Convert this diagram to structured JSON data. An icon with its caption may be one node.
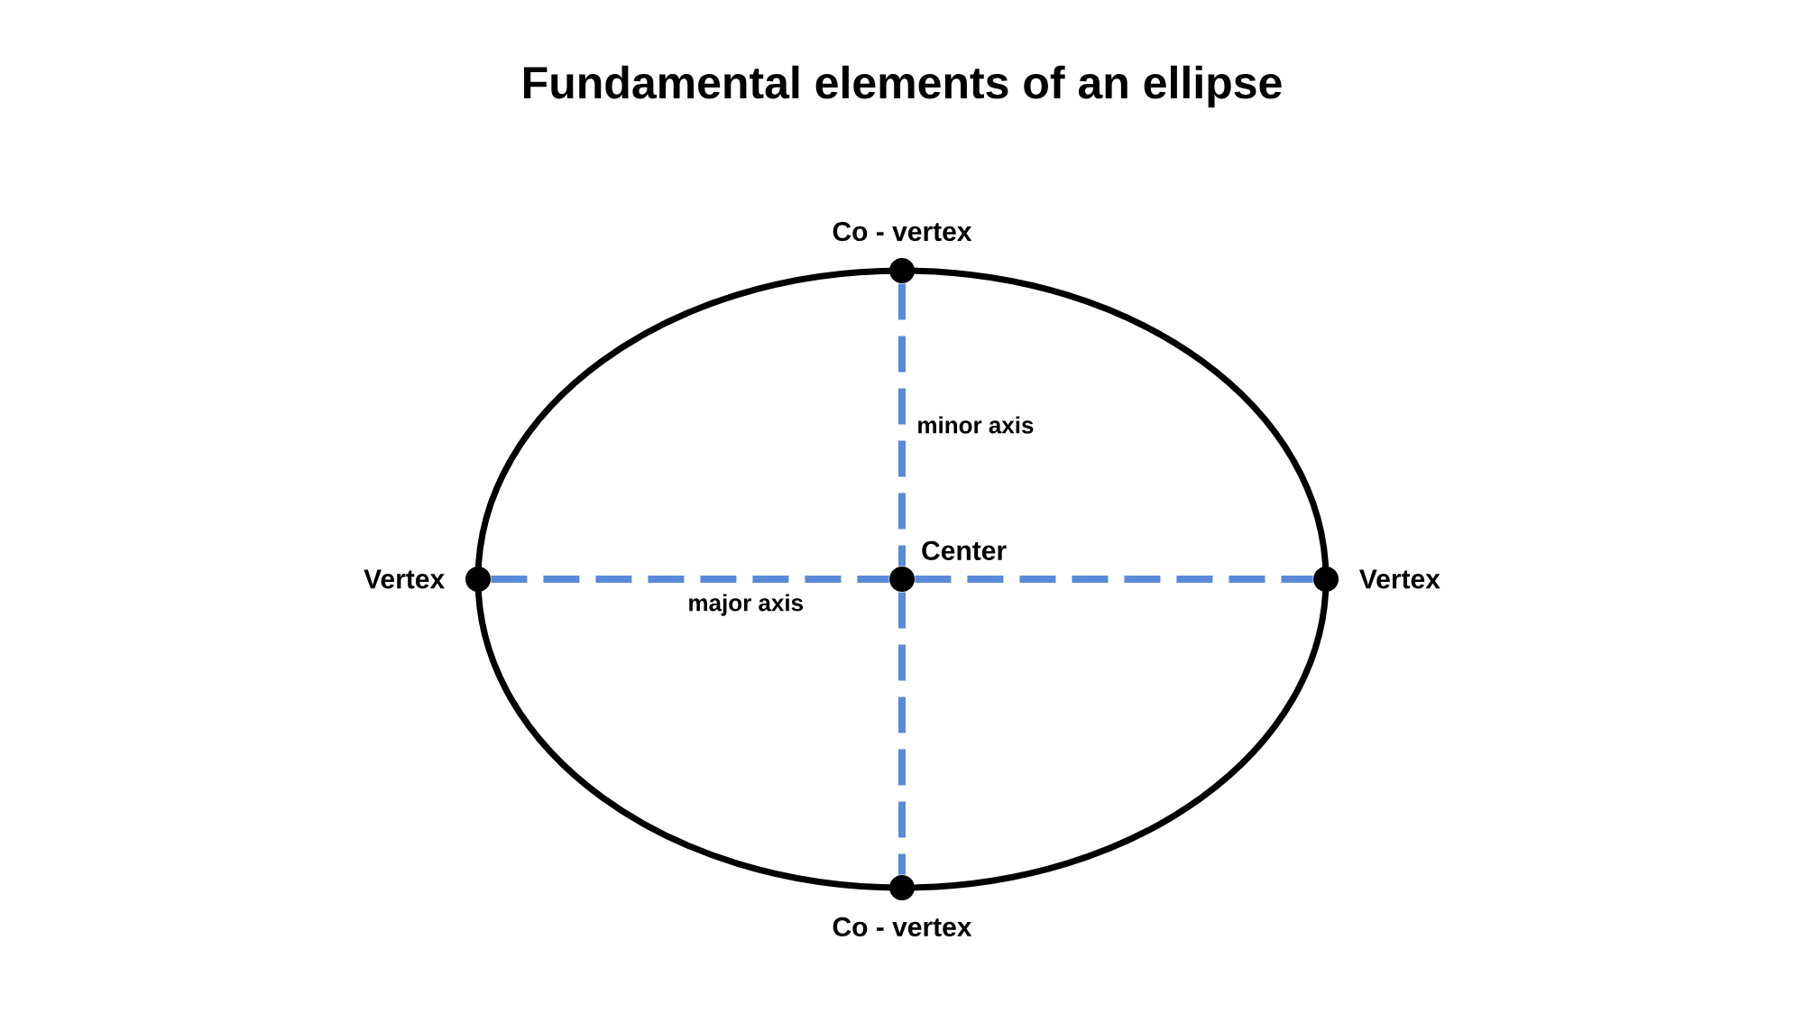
{
  "diagram": {
    "title": "Fundamental elements of an ellipse",
    "nodes": [
      {
        "text": [],
        "shape": "circle",
        "beside": [
          "Co - vertex"
        ]
      },
      {
        "text": [],
        "shape": "circle",
        "beside": [
          "Vertex"
        ]
      },
      {
        "text": [],
        "shape": "circle",
        "beside": [
          "Center"
        ]
      },
      {
        "text": [],
        "shape": "circle",
        "beside": [
          "Vertex"
        ]
      },
      {
        "text": [],
        "shape": "circle",
        "beside": [
          "Co - vertex"
        ]
      }
    ],
    "edges": [
      {
        "from": 1,
        "to": 2,
        "arrow": "none",
        "style": "dashed",
        "label": "major axis"
      },
      {
        "from": 2,
        "to": 3,
        "arrow": "none",
        "style": "dashed"
      },
      {
        "from": 0,
        "to": 2,
        "arrow": "none",
        "style": "dashed",
        "label": "minor axis"
      },
      {
        "from": 2,
        "to": 4,
        "arrow": "none",
        "style": "dashed"
      }
    ]
  }
}
